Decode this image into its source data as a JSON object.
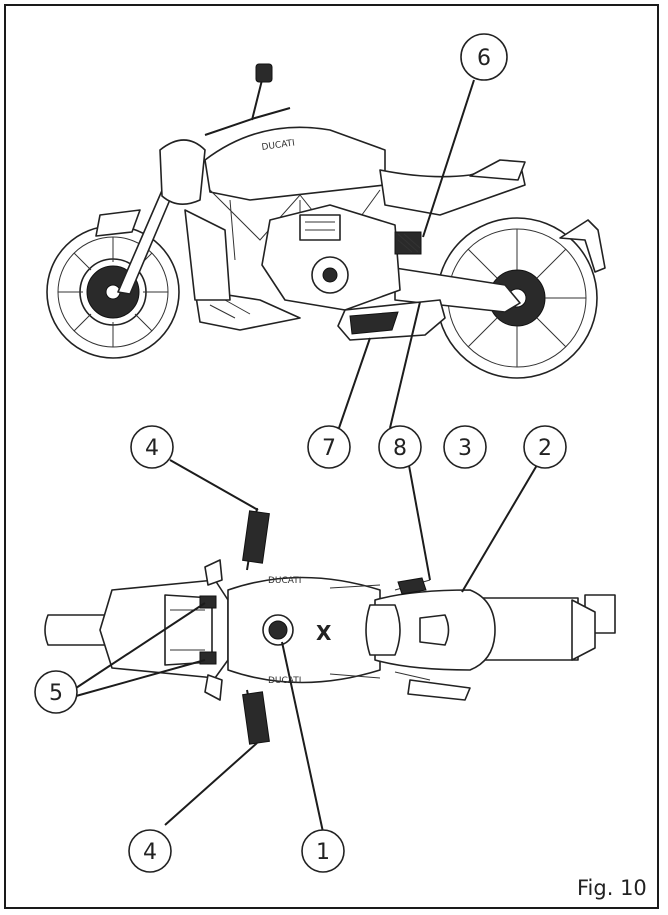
{
  "figure": {
    "caption": "Fig. 10"
  },
  "callouts": [
    {
      "id": "1",
      "text": "1"
    },
    {
      "id": "2",
      "text": "2"
    },
    {
      "id": "3",
      "text": "3"
    },
    {
      "id": "4a",
      "text": "4"
    },
    {
      "id": "4b",
      "text": "4"
    },
    {
      "id": "5",
      "text": "5"
    },
    {
      "id": "6",
      "text": "6"
    },
    {
      "id": "7",
      "text": "7"
    },
    {
      "id": "8",
      "text": "8"
    }
  ],
  "colors": {
    "line": "#1a1a1a",
    "background": "#ffffff"
  }
}
